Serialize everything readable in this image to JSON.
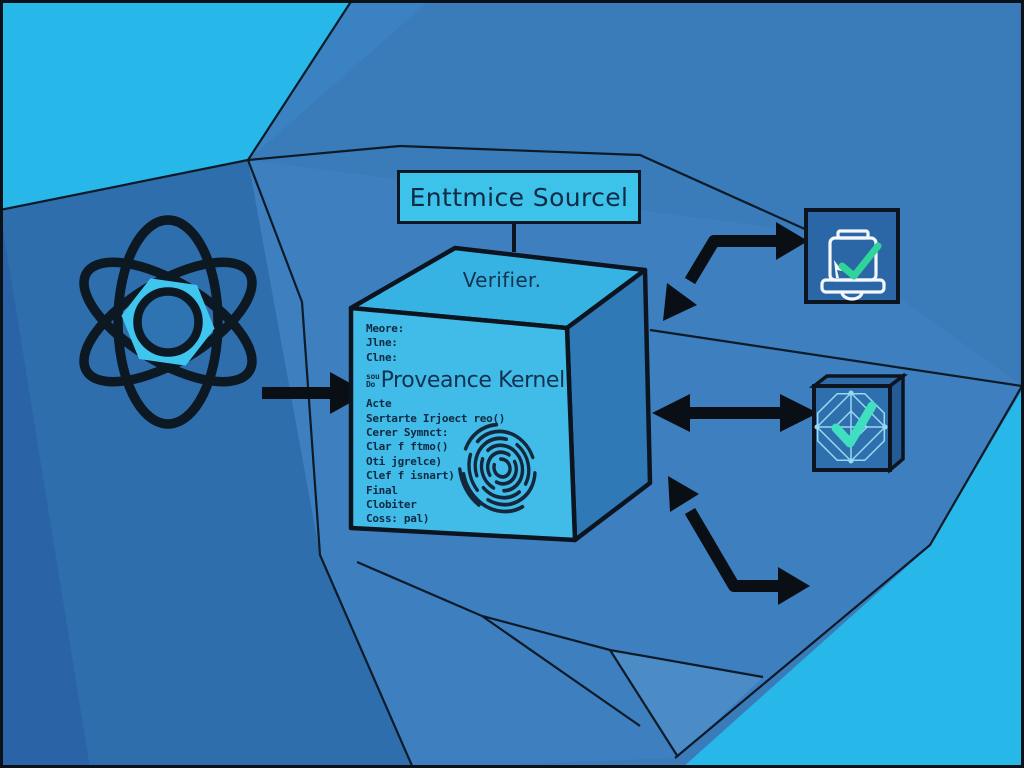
{
  "diagram": {
    "title_box": {
      "label": "Enttmice Sourcel"
    },
    "cube": {
      "top_label": "Verifier.",
      "lines_before": [
        "Meore:",
        "Jlne:",
        "Clne:"
      ],
      "prefix_top": "sou",
      "prefix_bottom": "Do",
      "main_label": "Proveance Kernel",
      "lines_after": [
        "Acte",
        "Sertarte Irjoect reo()",
        "Cerer Symnct:",
        "Clar f ftmo()",
        "Oti jgrelce)",
        "Clef f isnart)",
        "Final",
        "Clobiter",
        "Coss: pal)"
      ]
    },
    "icons": {
      "left": "atom-icon",
      "cube_face": "fingerprint-icon",
      "top_right": "laptop-check-icon",
      "middle_right": "network-box-check-icon"
    },
    "colors": {
      "cyan_accent": "#27b8e9",
      "base_blue": "#3a7cba",
      "facet_light": "#3e80bf",
      "facet_dark": "#2f6ead",
      "cube_front": "#41bbe7",
      "cube_top": "#36b3e3",
      "cube_side": "#2f79b7",
      "title_box_fill": "#3dc2ea",
      "tile_blue": "#2b67a7",
      "outline": "#0c1624",
      "check_green": "#2fd49a",
      "check_teal": "#3fdfbf",
      "wireframe_blue": "#9fdef5"
    }
  }
}
